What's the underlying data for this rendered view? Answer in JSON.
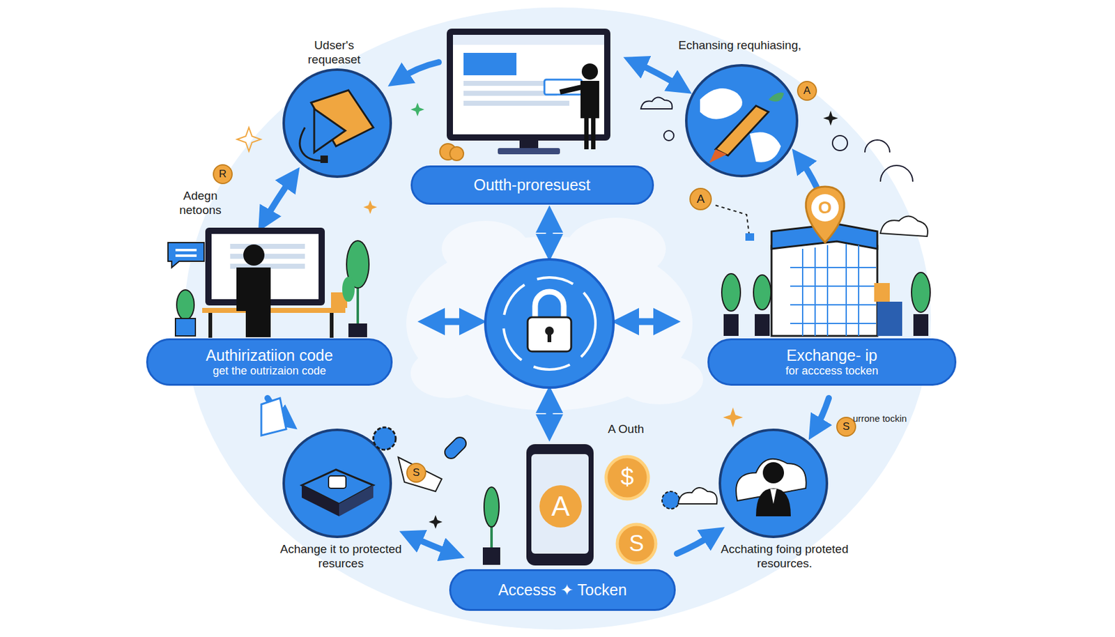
{
  "diagram": {
    "nodes": [
      {
        "text": [
          "Outth-proresuest"
        ]
      },
      {
        "text": [
          "Authirizatiion code",
          "get the outrizaion code"
        ]
      },
      {
        "text": [
          "Exchange- ip",
          "for acccess tocken"
        ]
      },
      {
        "text": [
          "Accesss ✦ Tocken"
        ]
      }
    ],
    "labels": [
      "Udser's requeaset",
      "Echansing requhiasing,",
      "Adegn netoons",
      "A Outh",
      "urrone tockin",
      "Achange it to protected resurces",
      "Acchating foing proteted resources.",
      "R",
      "A",
      "A",
      "O",
      "A",
      "$",
      "S",
      "S",
      "S"
    ]
  }
}
